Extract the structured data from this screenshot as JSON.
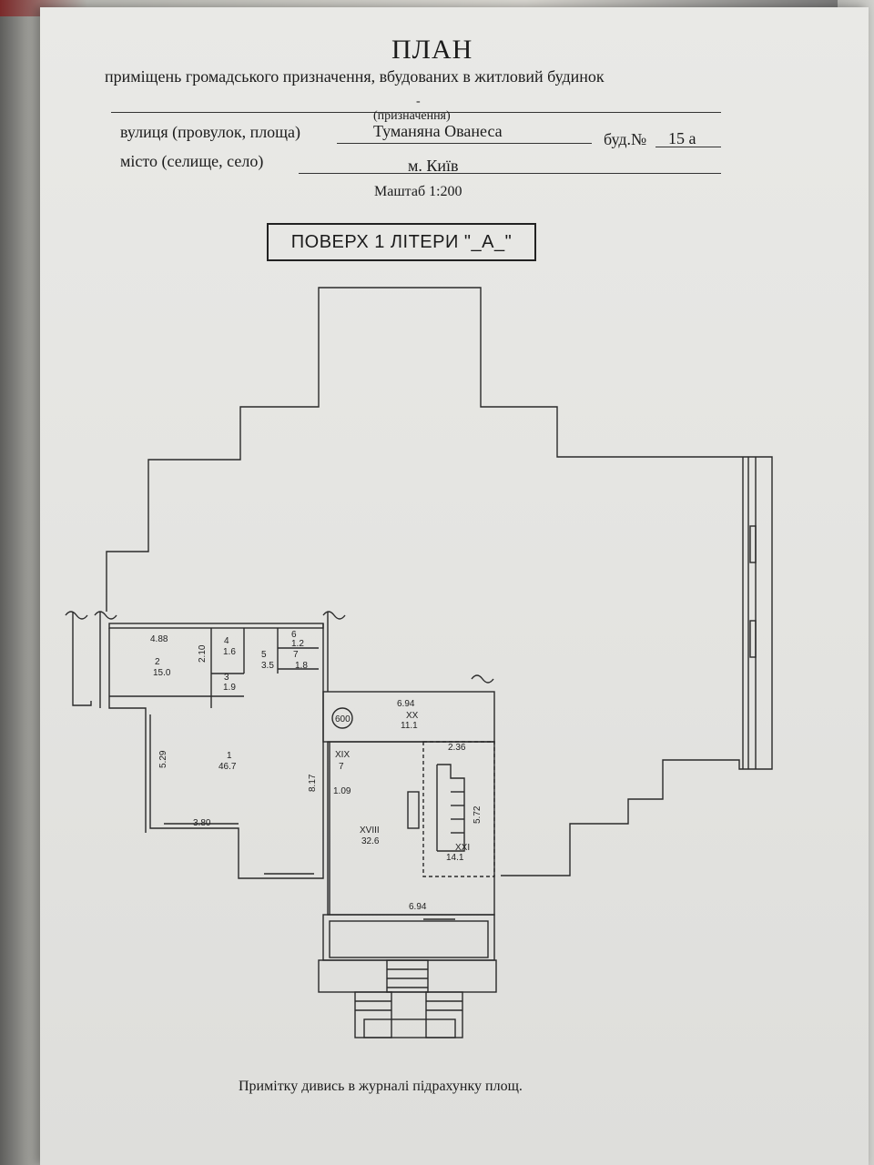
{
  "header": {
    "title": "ПЛАН",
    "subtitle": "приміщень громадського призначення, вбудованих в житловий будинок",
    "purpose_value": "-",
    "purpose_caption": "(призначення)",
    "street_label": "вулиця (провулок, площа)",
    "street_value": "Туманяна Ованеса",
    "building_label": "буд.№",
    "building_value": "15 а",
    "city_label": "місто (селище, село)",
    "city_value": "м. Київ",
    "scale": "Маштаб 1:200"
  },
  "floor_label": "ПОВЕРХ 1 ЛІТЕРИ \"_А_\"",
  "plan": {
    "dimensions": [
      "4.88",
      "2.10",
      "5.29",
      "3.80",
      "8.17",
      "6.94",
      "2.36",
      "5.72",
      "1.09",
      "6.94"
    ],
    "rooms": [
      {
        "number": "1",
        "area": "46.7"
      },
      {
        "number": "2",
        "area": "15.0"
      },
      {
        "number": "3",
        "area": "1.9"
      },
      {
        "number": "4",
        "area": "1.6"
      },
      {
        "number": "5",
        "area": "3.5"
      },
      {
        "number": "6",
        "area": "1.2"
      },
      {
        "number": "7",
        "area": "1.8"
      },
      {
        "number": "XVIII",
        "area": "32.6"
      },
      {
        "number": "XX",
        "area": "11.1"
      },
      {
        "number": "XXI",
        "area": "14.1"
      },
      {
        "number": "XIX",
        "area": "7"
      }
    ],
    "marker": "600"
  },
  "footer_note": "Примітку дивись в журналі підрахунку площ."
}
